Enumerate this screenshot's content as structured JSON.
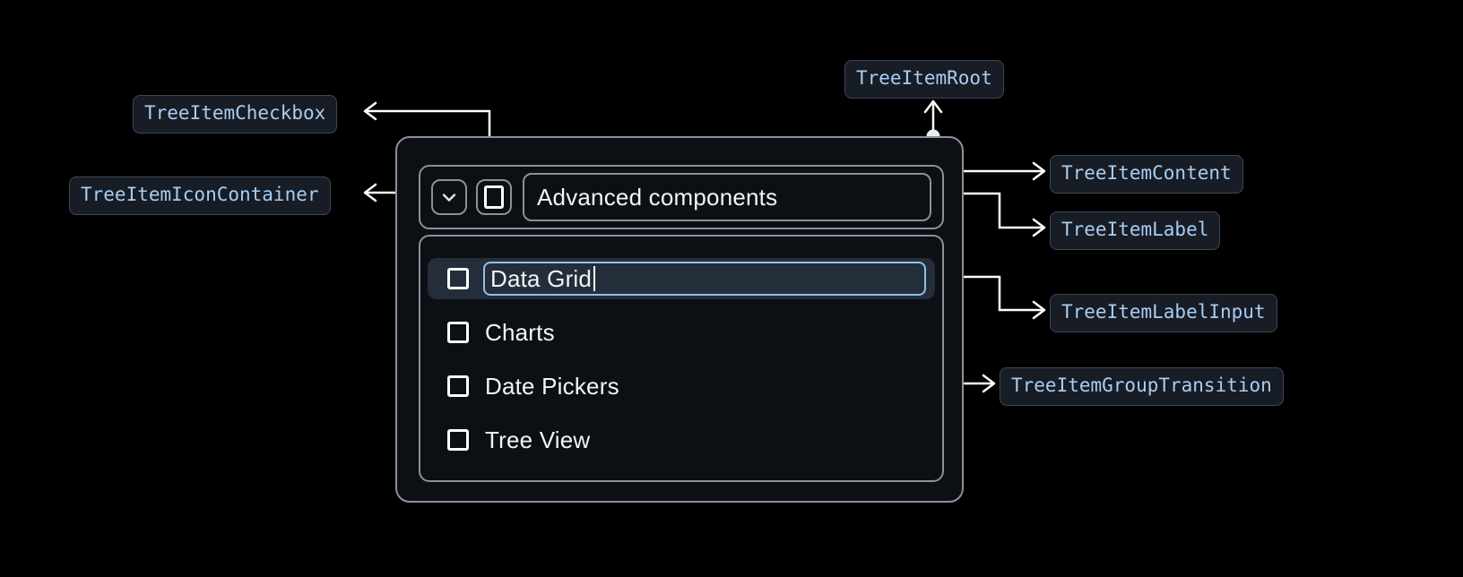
{
  "background": "#000000",
  "annotations": [
    {
      "id": "tree-item-checkbox",
      "label": "TreeItemCheckbox"
    },
    {
      "id": "tree-item-icon-container",
      "label": "TreeItemIconContainer"
    },
    {
      "id": "tree-item-root",
      "label": "TreeItemRoot"
    },
    {
      "id": "tree-item-content",
      "label": "TreeItemContent"
    },
    {
      "id": "tree-item-label",
      "label": "TreeItemLabel"
    },
    {
      "id": "tree-item-label-input",
      "label": "TreeItemLabelInput"
    },
    {
      "id": "tree-item-group-transition",
      "label": "TreeItemGroupTransition"
    }
  ],
  "tree": {
    "header": {
      "expand_icon": "chevron-down-icon",
      "checkbox_checked": false,
      "label": "Advanced components"
    },
    "items": [
      {
        "label": "Data Grid",
        "checked": false,
        "selected": true,
        "editing": true
      },
      {
        "label": "Charts",
        "checked": false,
        "selected": false,
        "editing": false
      },
      {
        "label": "Date Pickers",
        "checked": false,
        "selected": false,
        "editing": false
      },
      {
        "label": "Tree View",
        "checked": false,
        "selected": false,
        "editing": false
      }
    ]
  },
  "colors": {
    "chip_text": "#a9cdf2",
    "chip_bg": "#171c25",
    "chip_border": "#3c4757",
    "panel_border": "#8b9199",
    "panel_bg": "#0c0f14",
    "selected_row_bg": "#242e3a",
    "input_focus_border": "#8ec0ec",
    "text": "#f2f4f7",
    "connector": "#ffffff"
  }
}
